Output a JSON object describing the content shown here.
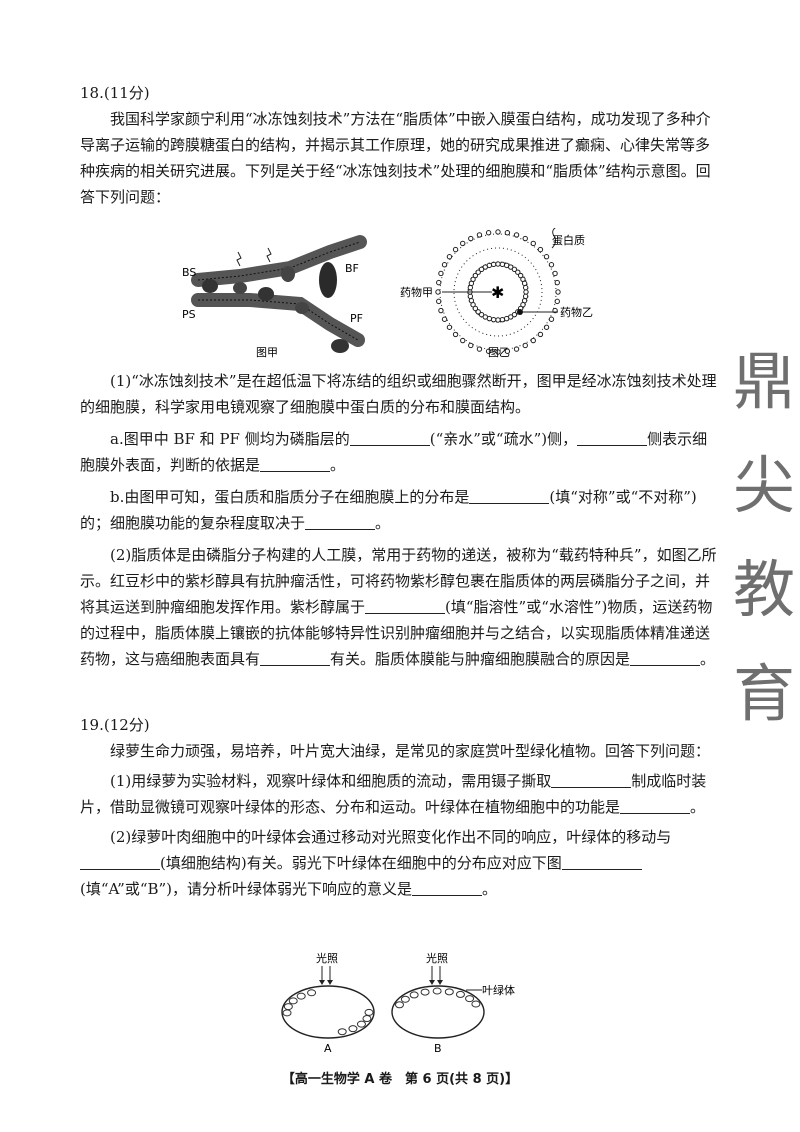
{
  "q18": {
    "number": "18.(11分)",
    "intro": "我国科学家颜宁利用“冰冻蚀刻技术”方法在“脂质体”中嵌入膜蛋白结构，成功发现了多种介导离子运输的跨膜糖蛋白的结构，并揭示其工作原理，她的研究成果推进了癫痫、心律失常等多种疾病的相关研究进展。下列是关于经“冰冻蚀刻技术”处理的细胞膜和“脂质体”结构示意图。回答下列问题：",
    "fig_jia": {
      "caption": "图甲",
      "bs": "BS",
      "bf": "BF",
      "ps": "PS",
      "pf": "PF"
    },
    "fig_yi": {
      "caption": "图乙",
      "protein": "蛋白质",
      "drug_jia": "药物甲",
      "drug_yi": "药物乙"
    },
    "p1": "(1)“冰冻蚀刻技术”是在超低温下将冻结的组织或细胞骤然断开，图甲是经冰冻蚀刻技术处理的细胞膜，科学家用电镜观察了细胞膜中蛋白质的分布和膜面结构。",
    "a_1": "a.图甲中 BF 和 PF 侧均为磷脂层的",
    "a_2": "(“亲水”或“疏水”)侧，",
    "a_3": "侧表示细胞膜外表面，判断的依据是",
    "a_4": "。",
    "b_1": "b.由图甲可知，蛋白质和脂质分子在细胞膜上的分布是",
    "b_2": "(填“对称”或“不对称”)的；细胞膜功能的复杂程度取决于",
    "b_3": "。",
    "p2_1": "(2)脂质体是由磷脂分子构建的人工膜，常用于药物的递送，被称为“载药特种兵”，如图乙所示。红豆杉中的紫杉醇具有抗肿瘤活性，可将药物紫杉醇包裹在脂质体的两层磷脂分子之间，并将其运送到肿瘤细胞发挥作用。紫杉醇属于",
    "p2_2": "(填“脂溶性”或“水溶性”)物质，运送药物的过程中，脂质体膜上镶嵌的抗体能够特异性识别肿瘤细胞并与之结合，以实现脂质体精准递送药物，这与癌细胞表面具有",
    "p2_3": "有关。脂质体膜能与肿瘤细胞膜融合的原因是",
    "p2_4": "。"
  },
  "q19": {
    "number": "19.(12分)",
    "intro": "绿萝生命力顽强，易培养，叶片宽大油绿，是常见的家庭赏叶型绿化植物。回答下列问题：",
    "p1_1": "(1)用绿萝为实验材料，观察叶绿体和细胞质的流动，需用镊子撕取",
    "p1_2": "制成临时装片，借助显微镜可观察叶绿体的形态、分布和运动。叶绿体在植物细胞中的功能是",
    "p1_3": "。",
    "p2_1": "(2)绿萝叶肉细胞中的叶绿体会通过移动对光照变化作出不同的响应，叶绿体的移动与",
    "p2_2": "(填细胞结构)有关。弱光下叶绿体在细胞中的分布应对应下图",
    "p2_3": "(填“A”或“B”)，请分析叶绿体弱光下响应的意义是",
    "p2_4": "。",
    "fig": {
      "light_a": "光照",
      "light_b": "光照",
      "chloroplast": "叶绿体",
      "label_a": "A",
      "label_b": "B"
    }
  },
  "watermark": [
    "鼎",
    "尖",
    "教",
    "育"
  ],
  "footer": "【高一生物学 A 卷　第 6 页(共 8 页)】"
}
